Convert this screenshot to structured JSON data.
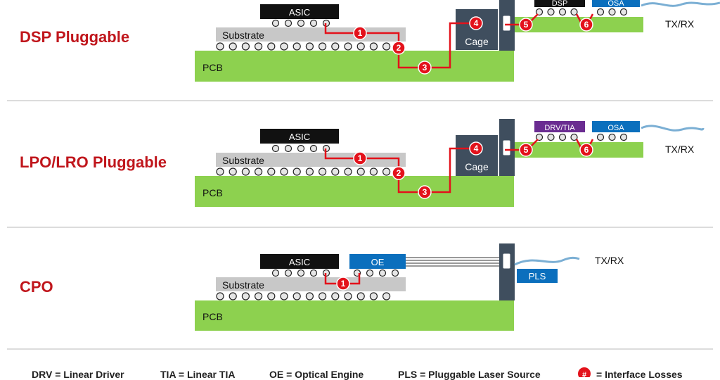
{
  "sections": [
    {
      "title": "DSP Pluggable",
      "asic": "ASIC",
      "substrate": "Substrate",
      "pcb": "PCB",
      "cage": "Cage",
      "chip1": "DSP",
      "chip2": "OSA",
      "txrx": "TX/RX"
    },
    {
      "title": "LPO/LRO Pluggable",
      "asic": "ASIC",
      "substrate": "Substrate",
      "pcb": "PCB",
      "cage": "Cage",
      "chip1": "DRV/TIA",
      "chip2": "OSA",
      "txrx": "TX/RX"
    },
    {
      "title": "CPO",
      "asic": "ASIC",
      "oe": "OE",
      "substrate": "Substrate",
      "pcb": "PCB",
      "pls": "PLS",
      "txrx": "TX/RX"
    }
  ],
  "markers": [
    "1",
    "2",
    "3",
    "4",
    "5",
    "6"
  ],
  "legend": {
    "drv": "DRV = Linear Driver",
    "tia": "TIA = Linear TIA",
    "oe": "OE = Optical Engine",
    "pls": "PLS = Pluggable Laser Source",
    "badge": "#",
    "losses": "= Interface Losses"
  },
  "colors": {
    "title_red": "#c0161c",
    "pcb_green": "#8dd14f",
    "substrate_gray": "#c8c8c8",
    "chip_black": "#111111",
    "cage_slate": "#3f4e5e",
    "trace_red": "#e3121b",
    "osa_blue": "#0b6fbd",
    "drv_purple": "#6a2c91",
    "fiber_blue": "#7bafd4"
  }
}
